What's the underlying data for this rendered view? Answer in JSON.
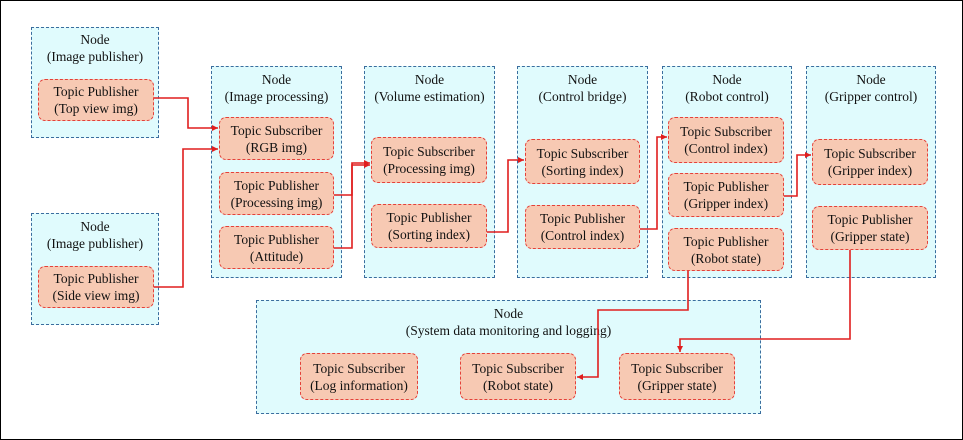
{
  "nodes": {
    "image_pub_top": {
      "title": "Node",
      "subtitle": "(Image publisher)",
      "topics": {
        "pub": {
          "line1": "Topic Publisher",
          "line2": "(Top view img)"
        }
      }
    },
    "image_pub_side": {
      "title": "Node",
      "subtitle": "(Image publisher)",
      "topics": {
        "pub": {
          "line1": "Topic Publisher",
          "line2": "(Side view img)"
        }
      }
    },
    "image_processing": {
      "title": "Node",
      "subtitle": "(Image processing)",
      "topics": {
        "sub_rgb": {
          "line1": "Topic Subscriber",
          "line2": "(RGB img)"
        },
        "pub_processing": {
          "line1": "Topic Publisher",
          "line2": "(Processing img)"
        },
        "pub_attitude": {
          "line1": "Topic Publisher",
          "line2": "(Attitude)"
        }
      }
    },
    "volume_estimation": {
      "title": "Node",
      "subtitle": "(Volume estimation)",
      "topics": {
        "sub_processing": {
          "line1": "Topic Subscriber",
          "line2": "(Processing img)"
        },
        "pub_sorting": {
          "line1": "Topic Publisher",
          "line2": "(Sorting index)"
        }
      }
    },
    "control_bridge": {
      "title": "Node",
      "subtitle": "(Control bridge)",
      "topics": {
        "sub_sorting": {
          "line1": "Topic Subscriber",
          "line2": "(Sorting index)"
        },
        "pub_control": {
          "line1": "Topic Publisher",
          "line2": "(Control index)"
        }
      }
    },
    "robot_control": {
      "title": "Node",
      "subtitle": "(Robot control)",
      "topics": {
        "sub_control": {
          "line1": "Topic Subscriber",
          "line2": "(Control index)"
        },
        "pub_gripper": {
          "line1": "Topic Publisher",
          "line2": "(Gripper index)"
        },
        "pub_robot_state": {
          "line1": "Topic Publisher",
          "line2": "(Robot state)"
        }
      }
    },
    "gripper_control": {
      "title": "Node",
      "subtitle": "(Gripper control)",
      "topics": {
        "sub_gripper": {
          "line1": "Topic Subscriber",
          "line2": "(Gripper index)"
        },
        "pub_gripper_state": {
          "line1": "Topic Publisher",
          "line2": "(Gripper state)"
        }
      }
    },
    "monitoring": {
      "title": "Node",
      "subtitle": "(System data monitoring and logging)",
      "topics": {
        "sub_log": {
          "line1": "Topic Subscriber",
          "line2": "(Log information)"
        },
        "sub_robot_state": {
          "line1": "Topic Subscriber",
          "line2": "(Robot state)"
        },
        "sub_gripper_state": {
          "line1": "Topic Subscriber",
          "line2": "(Gripper state)"
        }
      }
    }
  },
  "colors": {
    "node_fill": "#e0fbfd",
    "node_border": "#3a6d9e",
    "topic_fill": "#f7c9b3",
    "topic_border": "#e4413a",
    "wire": "#e01e1e"
  }
}
